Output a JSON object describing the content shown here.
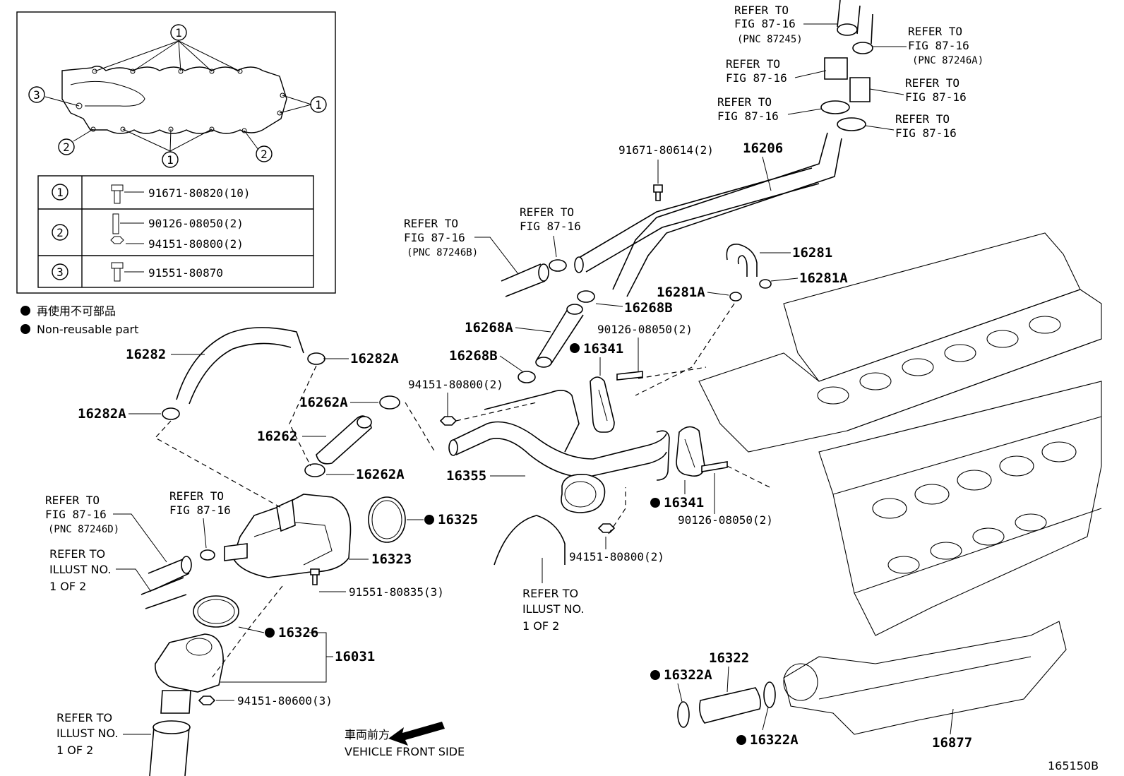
{
  "inset": {
    "rows": [
      {
        "key": "1",
        "parts": [
          "91671-80820(10)"
        ]
      },
      {
        "key": "2",
        "parts": [
          "90126-08050(2)",
          "94151-80800(2)"
        ]
      },
      {
        "key": "3",
        "parts": [
          "91551-80870"
        ]
      }
    ],
    "markers": [
      "1",
      "1",
      "1",
      "2",
      "2",
      "3"
    ]
  },
  "legend": {
    "jp": "再使用不可部品",
    "en": "Non-reusable part"
  },
  "refer": {
    "l1": "REFER TO",
    "l2": "FIG 87-16",
    "pnc_87245": "(PNC 87245)",
    "pnc_87246A": "(PNC 87246A)",
    "pnc_87246B": "(PNC 87246B)",
    "pnc_87246D": "(PNC 87246D)",
    "illust_l1": "REFER TO",
    "illust_l2": "ILLUST NO.",
    "illust_l3": "1 OF 2"
  },
  "parts": {
    "p16206": "16206",
    "p91671_80614": "91671-80614(2)",
    "p16281": "16281",
    "p16281A": "16281A",
    "p16268B": "16268B",
    "p16268A": "16268A",
    "p90126_a": "90126-08050(2)",
    "p16341": "16341",
    "p16282": "16282",
    "p16282A": "16282A",
    "p94151_80800": "94151-80800(2)",
    "p16262A": "16262A",
    "p16262": "16262",
    "p16355": "16355",
    "p16325": "16325",
    "p16323": "16323",
    "p91551_80835": "91551-80835(3)",
    "p16326": "16326",
    "p16031": "16031",
    "p94151_80600": "94151-80600(3)",
    "p16322": "16322",
    "p16322A": "16322A",
    "p16877": "16877"
  },
  "front": {
    "jp": "車両前方",
    "en": "VEHICLE FRONT SIDE"
  },
  "illustration_number": "165150B"
}
